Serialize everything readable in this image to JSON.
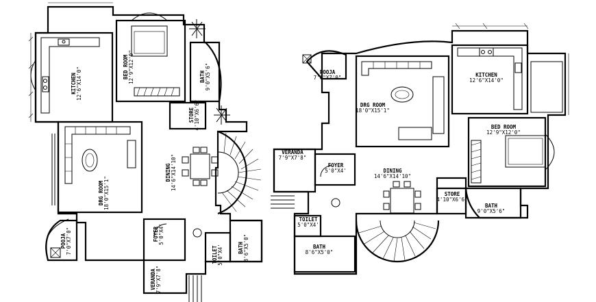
{
  "plan_left": {
    "kitchen": {
      "name": "KITCHEN",
      "dims": "12'6\"X14'0\""
    },
    "bed_room": {
      "name": "BED ROOM",
      "dims": "12'9\"X12'0\""
    },
    "bath": {
      "name": "BATH",
      "dims": "9'0\"X5'6\""
    },
    "store": {
      "name": "STORE",
      "dims": "4'10\"X6'6\""
    },
    "drg_room": {
      "name": "DRG ROOM",
      "dims": "18'0\"X15'1\""
    },
    "dining": {
      "name": "DINING",
      "dims": "14'6\"X14'10\""
    },
    "pooja": {
      "name": "POOJA",
      "dims": "7'0\"X7'0\""
    },
    "foyer": {
      "name": "FOYER",
      "dims": "5'0\"X4'"
    },
    "veranda": {
      "name": "VERANDA",
      "dims": "7'9\"X7'8\""
    },
    "toilet": {
      "name": "TOILET",
      "dims": "5'0\"X4'"
    },
    "bath2": {
      "name": "BATH",
      "dims": "8'6\"X5'0\""
    }
  },
  "plan_right": {
    "pooja": {
      "name": "POOJA",
      "dims": "7'0\"X7'0\""
    },
    "drg_room": {
      "name": "DRG ROOM",
      "dims": "18'0\"X15'1\""
    },
    "kitchen": {
      "name": "KITCHEN",
      "dims": "12'6\"X14'0\""
    },
    "bed_room": {
      "name": "BED ROOM",
      "dims": "12'9\"X12'0\""
    },
    "veranda": {
      "name": "VERANDA",
      "dims": "7'9\"X7'8\""
    },
    "foyer": {
      "name": "FOYER",
      "dims": "5'0\"X4'"
    },
    "dining": {
      "name": "DINING",
      "dims": "14'6\"X14'10\""
    },
    "store": {
      "name": "STORE",
      "dims": "4'10\"X6'6\""
    },
    "bath": {
      "name": "BATH",
      "dims": "9'0\"X5'6\""
    },
    "toilet": {
      "name": "TOILET",
      "dims": "5'0\"X4'"
    },
    "bath2": {
      "name": "BATH",
      "dims": "8'6\"X5'0\""
    }
  }
}
